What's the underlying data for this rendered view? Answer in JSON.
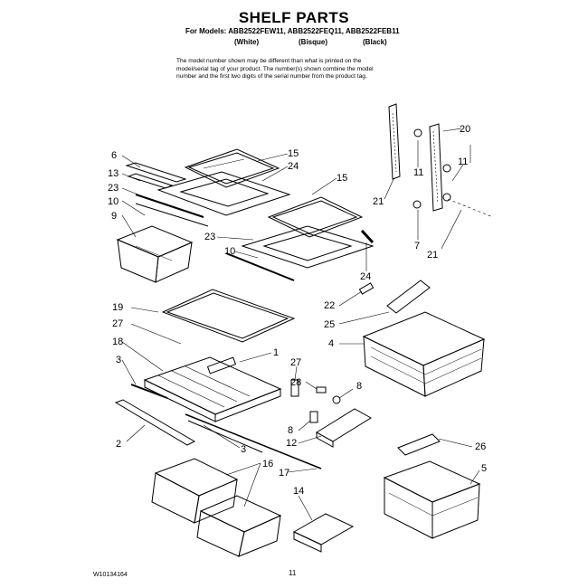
{
  "header": {
    "title": "SHELF PARTS",
    "models_line": "For Models: ABB2522FEW11, ABB2522FEQ11, ABB2522FEB11",
    "colors": [
      "(White)",
      "(Bisque)",
      "(Black)"
    ]
  },
  "note": {
    "lines": [
      "The model number shown may be different than what is printed on the",
      "model/serial tag of your product. The number(s) shown combine the model",
      "number and the first two digits of the serial number from the product tag."
    ]
  },
  "callouts": [
    "6",
    "13",
    "23",
    "10",
    "9",
    "15",
    "24",
    "15",
    "23",
    "10",
    "24",
    "21",
    "11",
    "20",
    "11",
    "7",
    "21",
    "19",
    "27",
    "18",
    "3",
    "1",
    "22",
    "25",
    "4",
    "27",
    "28",
    "8",
    "8",
    "12",
    "2",
    "3",
    "17",
    "16",
    "14",
    "26",
    "5"
  ],
  "footer": {
    "part_number": "W10134164",
    "page_number": "11"
  }
}
